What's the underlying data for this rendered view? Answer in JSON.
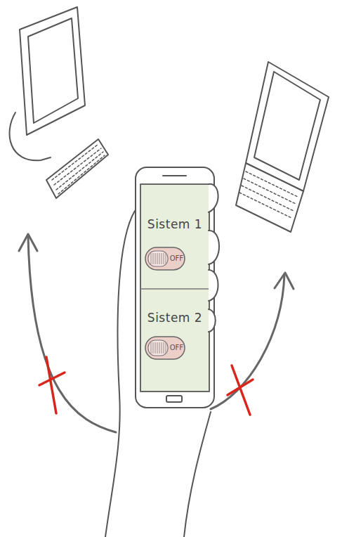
{
  "diagram": {
    "nodes": [
      {
        "text": [
          "Sistem 1"
        ]
      },
      {
        "text": [
          "OFF"
        ],
        "in": 0
      },
      {
        "text": [
          "Sistem 2"
        ]
      },
      {
        "text": [
          "OFF"
        ],
        "in": 2
      }
    ]
  }
}
